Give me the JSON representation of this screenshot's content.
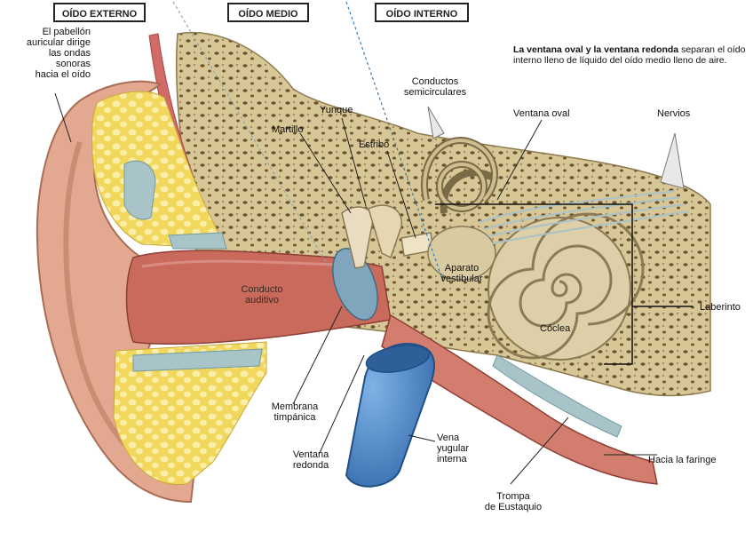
{
  "headers": {
    "outer": "OÍDO EXTERNO",
    "middle": "OÍDO MEDIO",
    "inner": "OÍDO INTERNO"
  },
  "note": {
    "bold": "La ventana oval y la ventana redonda",
    "rest": "separan el oído interno lleno de líquido del oído medio lleno de aire."
  },
  "labels": {
    "pabellon": "El pabellón\nauricular dirige\nlas ondas\nsonoras\nhacia el oído",
    "conductos": "Conductos\nsemicirculares",
    "yunque": "Yunque",
    "martillo": "Martillo",
    "estribo": "Estribo",
    "ventana_oval": "Ventana oval",
    "nervios": "Nervios",
    "conducto_auditivo": "Conducto\nauditivo",
    "aparato_vestibular": "Aparato\nvestibular",
    "laberinto": "Laberinto",
    "coclea": "Cóclea",
    "membrana": "Membrana\ntimpánica",
    "ventana_redonda": "Ventana\nredonda",
    "vena": "Vena\nyugular\ninterna",
    "faringe": "Hacia la faringe",
    "trompa": "Trompa\nde Eustaquio"
  },
  "colors": {
    "skin": "#e0a48c",
    "canal": "#c8685a",
    "fat": "#f2d860",
    "bone": "#d9c99a",
    "vein": "#3f7fc0"
  }
}
